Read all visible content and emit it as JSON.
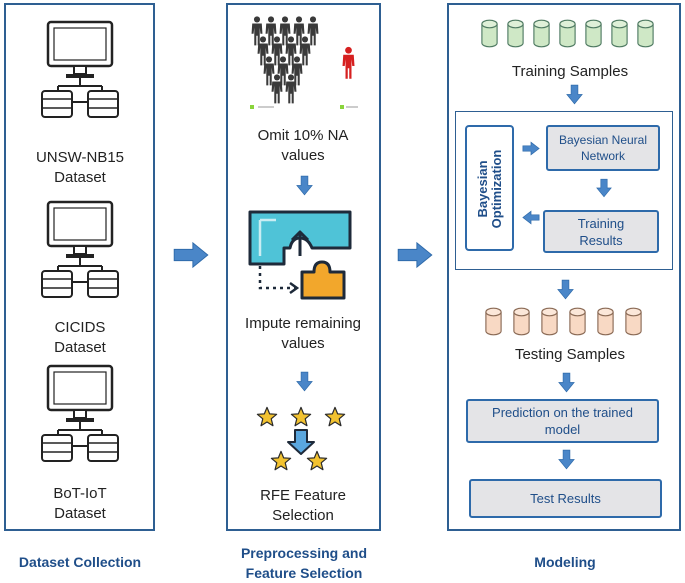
{
  "columns": {
    "dataset_collection": {
      "title": "Dataset Collection",
      "datasets": [
        {
          "name": "UNSW-NB15",
          "suffix": "Dataset",
          "icon": "computer-with-databases-icon"
        },
        {
          "name": "CICIDS",
          "suffix": "Dataset",
          "icon": "computer-with-databases-icon"
        },
        {
          "name": "BoT-IoT",
          "suffix": "Dataset",
          "icon": "computer-with-databases-icon"
        }
      ]
    },
    "preprocessing": {
      "title_line1": "Preprocessing and",
      "title_line2": "Feature Selection",
      "steps": [
        {
          "line1": "Omit 10% NA",
          "line2": "values",
          "icon": "people-crowd-icon"
        },
        {
          "line1": "Impute remaining",
          "line2": "values",
          "icon": "puzzle-piece-icon"
        },
        {
          "line1": "RFE Feature",
          "line2": "Selection",
          "icon": "stars-selection-icon"
        }
      ]
    },
    "modeling": {
      "title": "Modeling",
      "training_samples": "Training Samples",
      "bayesian_optimization": "Bayesian Optimization",
      "bayesian_nn_line1": "Bayesian Neural",
      "bayesian_nn_line2": "Network",
      "training_results_line1": "Training",
      "training_results_line2": "Results",
      "testing_samples": "Testing Samples",
      "prediction_line1": "Prediction on the trained",
      "prediction_line2": "model",
      "test_results": "Test Results"
    }
  },
  "colors": {
    "panel_border": "#2e5f92",
    "arrow": "#4a86c8",
    "title_text": "#1f4e89",
    "box_fill": "#e4e4e7",
    "training_cylinder": "#cfe8c6",
    "testing_cylinder": "#f8d9c4",
    "person_dark": "#3a3a3a",
    "person_highlight": "#d62020",
    "puzzle_cyan": "#4fc3d7",
    "puzzle_orange": "#f2a72c",
    "star": "#f2c230"
  }
}
